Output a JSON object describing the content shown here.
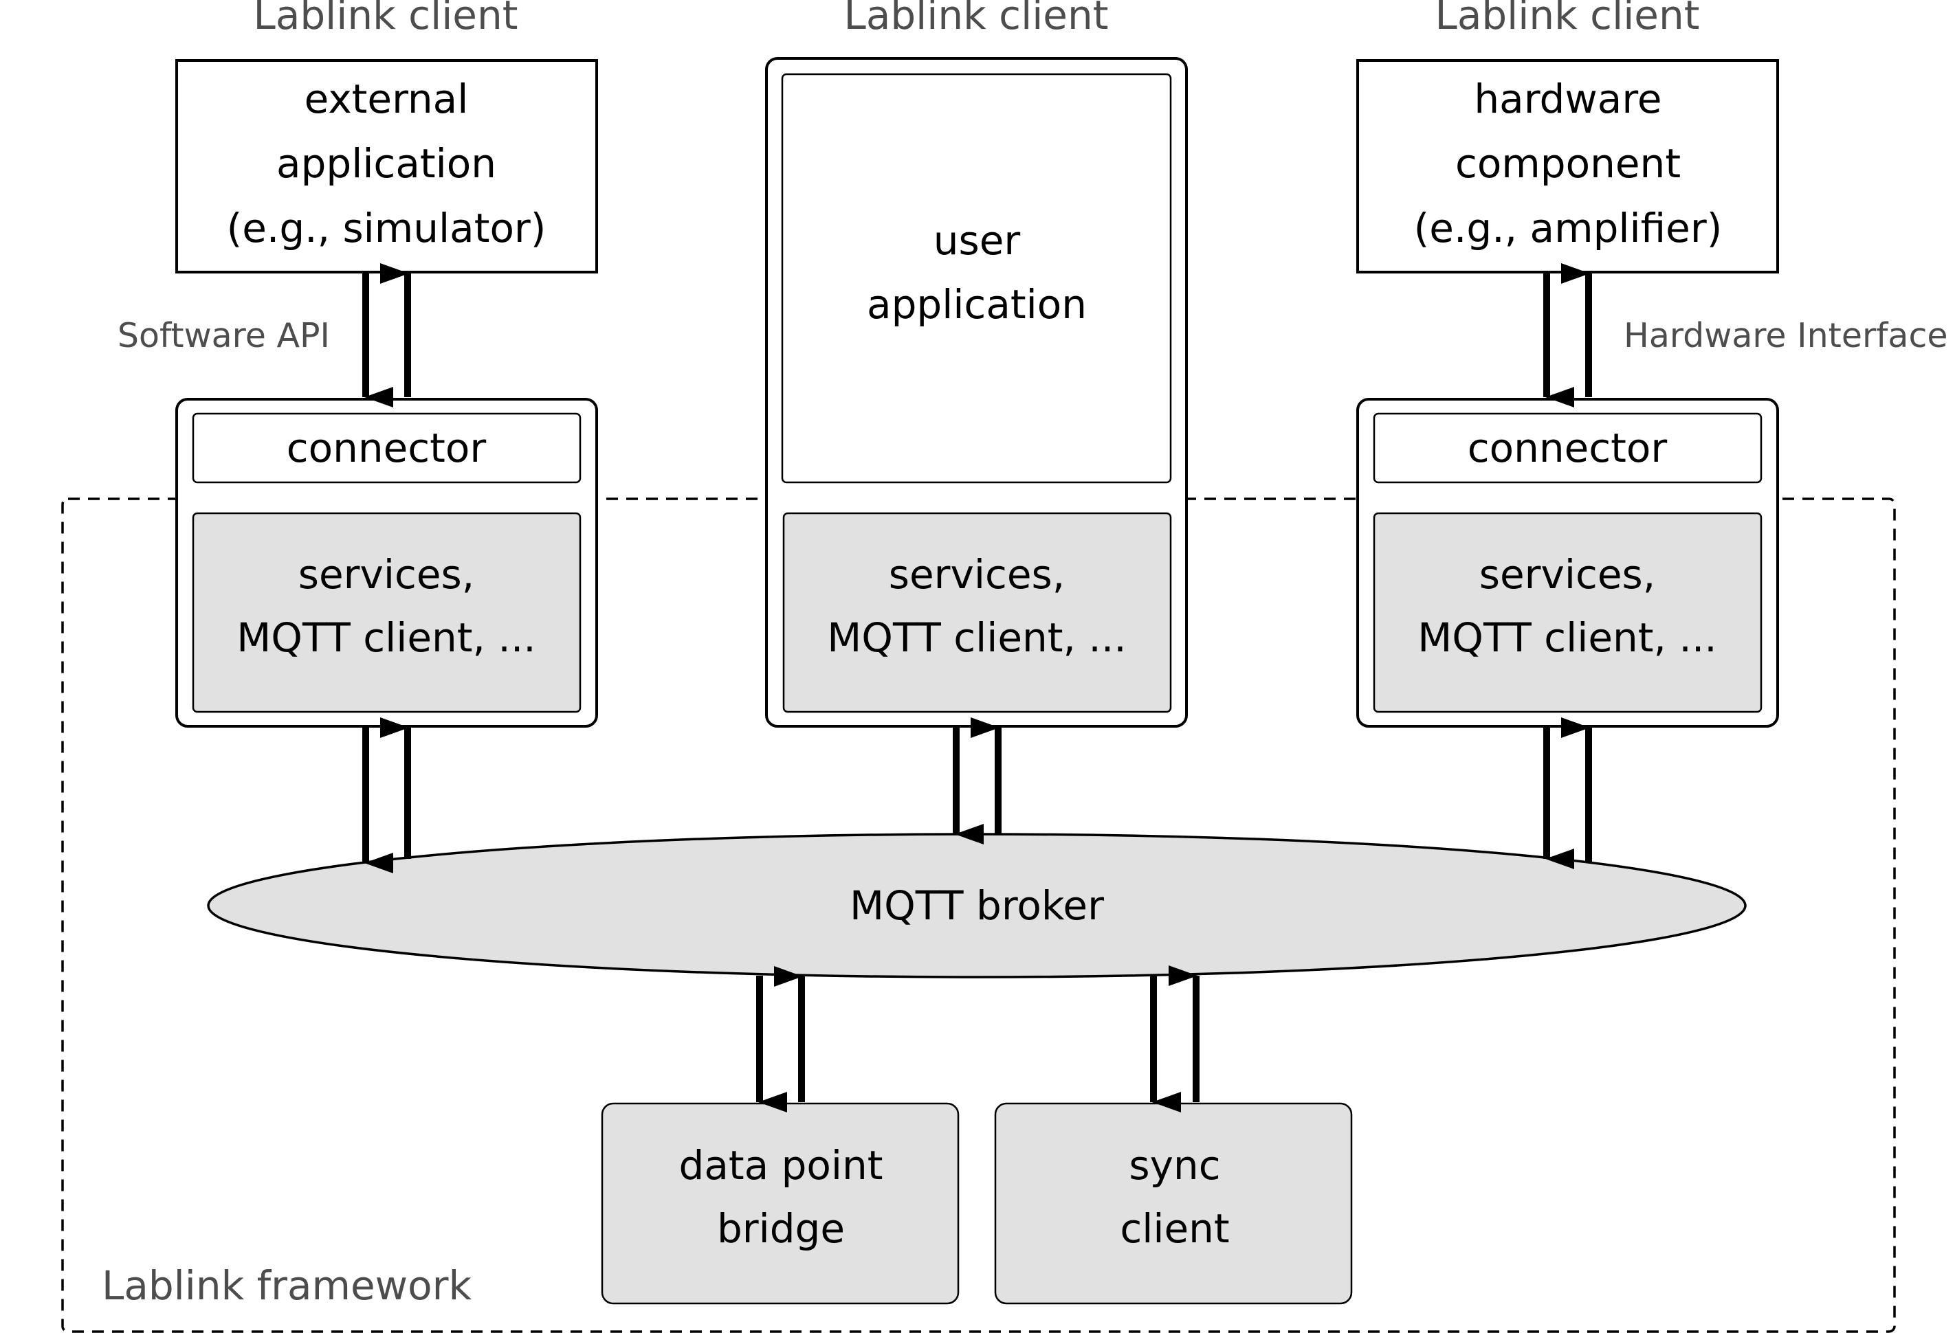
{
  "clients": [
    {
      "heading": "Lablink client",
      "top_lines": [
        "external",
        "application",
        "(e.g., simulator)"
      ],
      "connector": "connector",
      "services_lines": [
        "services,",
        "MQTT client, ..."
      ],
      "interface_label": "Software API"
    },
    {
      "heading": "Lablink client",
      "top_lines": [
        "user",
        "application"
      ],
      "services_lines": [
        "services,",
        "MQTT client, ..."
      ]
    },
    {
      "heading": "Lablink client",
      "top_lines": [
        "hardware",
        "component",
        "(e.g., amplifier)"
      ],
      "connector": "connector",
      "services_lines": [
        "services,",
        "MQTT client, ..."
      ],
      "interface_label": "Hardware Interface"
    }
  ],
  "broker": {
    "label": "MQTT broker"
  },
  "bottom_components": [
    {
      "lines": [
        "data point",
        "bridge"
      ]
    },
    {
      "lines": [
        "sync",
        "client"
      ]
    }
  ],
  "framework": {
    "label": "Lablink framework"
  },
  "colors": {
    "grey_fill": "#e1e1e1",
    "stroke": "#000000",
    "caption_text": "#4d4d4d"
  }
}
